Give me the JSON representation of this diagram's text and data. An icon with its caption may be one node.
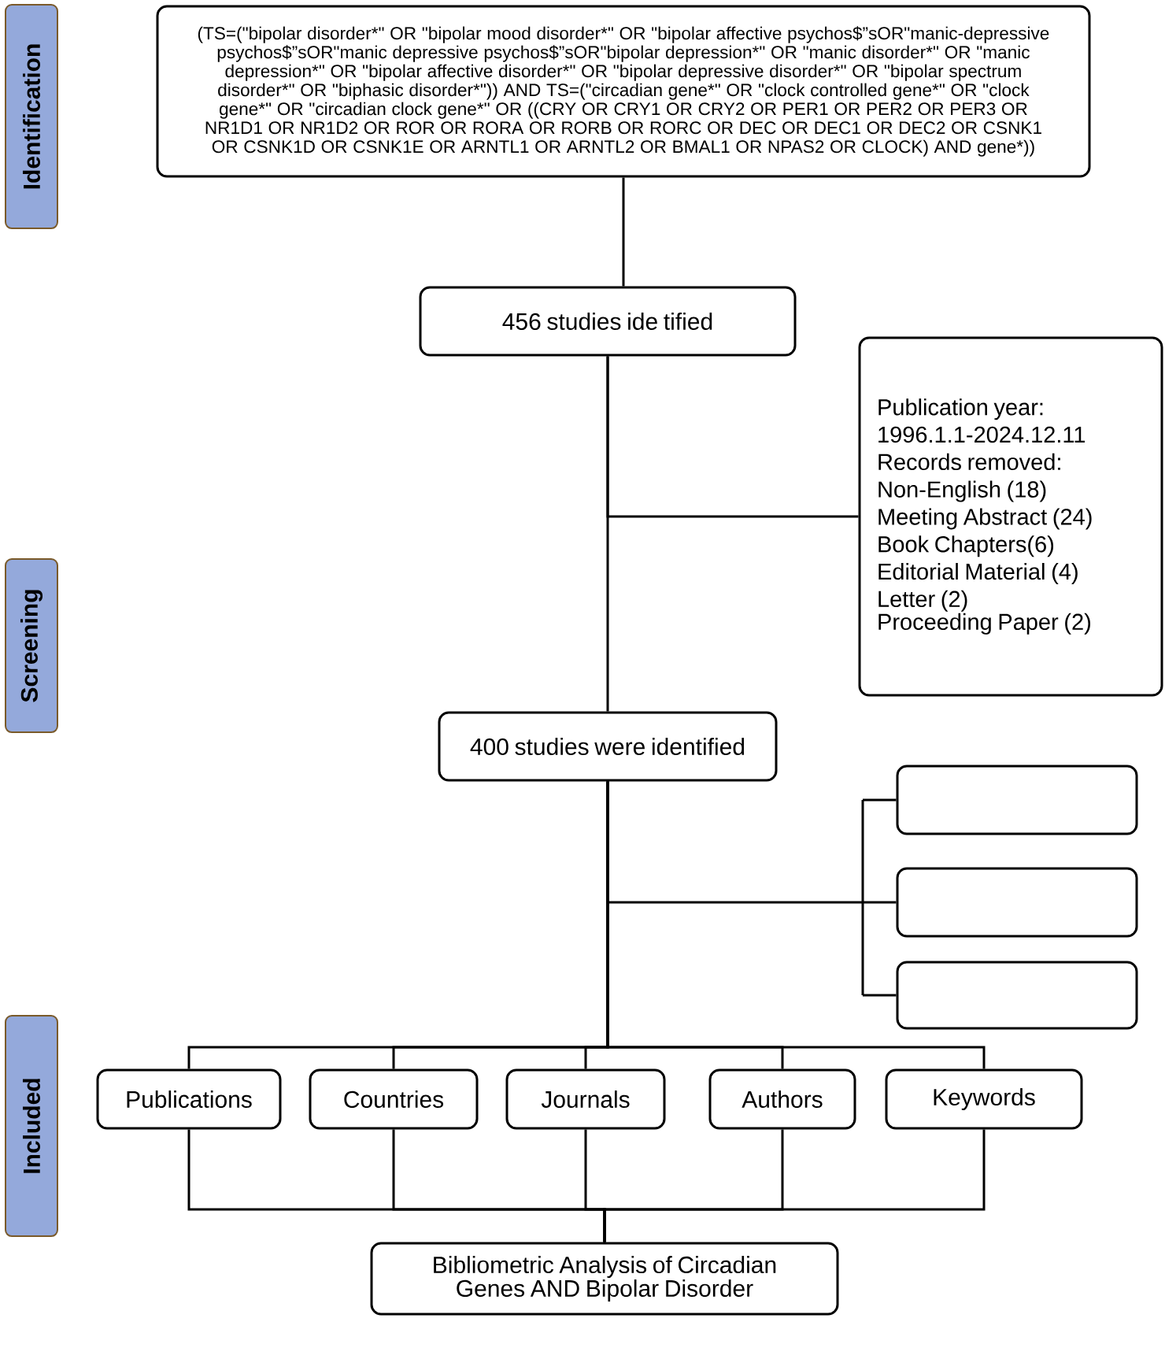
{
  "diagram": {
    "nodes": [
      {
        "text": [
          "Identification"
        ]
      },
      {
        "text": [
          "Screening"
        ]
      },
      {
        "text": [
          "Included"
        ]
      },
      {
        "text": [
          "(TS=(\"bipolar disorder*\" OR \"bipolar mood disorder*\" OR \"bipolar affective psychos$”sOR\"manic-depressive psychos$”sOR\"manic depressive psychos$”sOR\"bipolar depression*\" OR \"manic disorder*\" OR \"manic depression*\" OR \"bipolar affective disorder*\" OR \"bipolar depressive disorder*\" OR \"bipolar spectrum disorder*\" OR \"biphasic disorder*\")) AND TS=(\"circadian gene*\" OR \"clock controlled gene*\" OR \"clock gene*\" OR \"circadian clock gene*\" OR ((CRY OR CRY1 OR CRY2 OR PER1 OR PER2 OR PER3 OR NR1D1 OR NR1D2 OR ROR OR RORA OR RORB OR RORC OR DEC OR DEC1 OR DEC2 OR CSNK1 OR CSNK1D OR CSNK1E OR ARNTL1 OR ARNTL2 OR BMAL1 OR NPAS2 OR CLOCK) AND gene*))"
        ]
      },
      {
        "text": [
          "456 studies ide  tified"
        ]
      },
      {
        "text": [
          "Publication year:",
          "1996.1.1-2024.12.11",
          "Records removed:",
          "Non-English (18)",
          "Meeting Abstract (24)",
          "Book Chapters(6)",
          "Editorial Material (4)",
          "Letter (2)",
          "Proceeding Paper (2)"
        ]
      },
      {
        "text": [
          "400 studies were identified"
        ]
      },
      {
        "text": [],
        "shape": "box"
      },
      {
        "text": [],
        "shape": "box"
      },
      {
        "text": [],
        "shape": "box"
      },
      {
        "text": [
          "Publications"
        ]
      },
      {
        "text": [
          "Countries"
        ]
      },
      {
        "text": [
          "Journals"
        ]
      },
      {
        "text": [
          "Authors"
        ]
      },
      {
        "text": [
          "Keywords"
        ]
      },
      {
        "text": [
          "Bibliometric Analysis of Circadian Genes AND Bipolar Disorder"
        ]
      }
    ],
    "edges": [
      {
        "from": 3,
        "to": 4,
        "arrow": "none"
      },
      {
        "from": 4,
        "to": 6,
        "arrow": "none"
      },
      {
        "from": 4,
        "to": 5,
        "arrow": "none"
      },
      {
        "from": 6,
        "to": 7,
        "arrow": "none"
      },
      {
        "from": 6,
        "to": 8,
        "arrow": "none"
      },
      {
        "from": 6,
        "to": 9,
        "arrow": "none"
      },
      {
        "from": 6,
        "to": 10,
        "arrow": "none"
      },
      {
        "from": 6,
        "to": 11,
        "arrow": "none"
      },
      {
        "from": 6,
        "to": 12,
        "arrow": "none"
      },
      {
        "from": 6,
        "to": 13,
        "arrow": "none"
      },
      {
        "from": 6,
        "to": 14,
        "arrow": "none"
      },
      {
        "from": 10,
        "to": 15,
        "arrow": "none"
      },
      {
        "from": 11,
        "to": 15,
        "arrow": "none"
      },
      {
        "from": 12,
        "to": 15,
        "arrow": "none"
      },
      {
        "from": 13,
        "to": 15,
        "arrow": "none"
      },
      {
        "from": 14,
        "to": 15,
        "arrow": "none"
      }
    ]
  }
}
